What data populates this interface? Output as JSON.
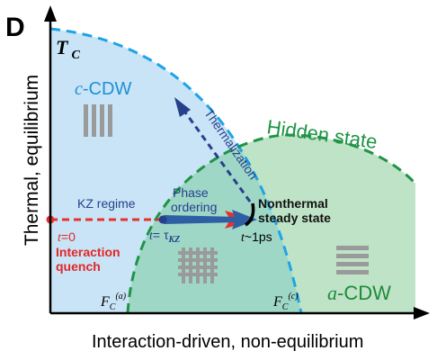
{
  "panel_label": "D",
  "axes": {
    "y_title": "Thermal, equilibrium",
    "x_title": "Interaction-driven, non-equilibrium",
    "tc_main": "T",
    "tc_sub": "C"
  },
  "regions": {
    "c_cdw": {
      "prefix": "c",
      "suffix": "-CDW",
      "color": "#c9e4f6",
      "boundary_color": "#1ea3e6"
    },
    "hidden_state": {
      "label": "Hidden state",
      "color": "#bfe3c6",
      "boundary_color": "#1f9445"
    },
    "a_cdw": {
      "prefix": "a",
      "suffix": "-CDW"
    },
    "overlap_color": "#9fd7c7"
  },
  "labels": {
    "thermalization": "Thermalization",
    "kz_regime": "KZ regime",
    "phase_ordering_1": "Phase",
    "phase_ordering_2": "ordering",
    "t_tau_left": "t",
    "t_tau_mid": "= τ",
    "t_tau_sub": "KZ",
    "nonthermal_1": "Nonthermal",
    "nonthermal_2": "steady state",
    "t_zero_t": "t",
    "t_zero_val": "=0",
    "interaction_1": "Interaction",
    "interaction_2": "quench",
    "t_ps_t": "t",
    "t_ps_val": "~1ps",
    "fc_a_main": "F",
    "fc_a_sub": "C",
    "fc_a_sup": "(a)",
    "fc_c_main": "F",
    "fc_c_sub": "C",
    "fc_c_sup": "(c)"
  },
  "colors": {
    "quench_red": "#e8312e",
    "arrow_navy": "#27408b",
    "ordering_blue": "#2e5fa3",
    "text_black": "#111111",
    "text_red": "#e32626",
    "a_cdw_green": "#1f8a3e",
    "c_cdw_blue": "#1e8fd6",
    "hidden_green": "#1f9445",
    "stripe_gray": "#9a9a9a"
  },
  "icons": {
    "c_cdw_pattern": "vertical-stripes-icon",
    "hidden_pattern": "grid-pattern-icon",
    "a_cdw_pattern": "horizontal-stripes-icon"
  }
}
